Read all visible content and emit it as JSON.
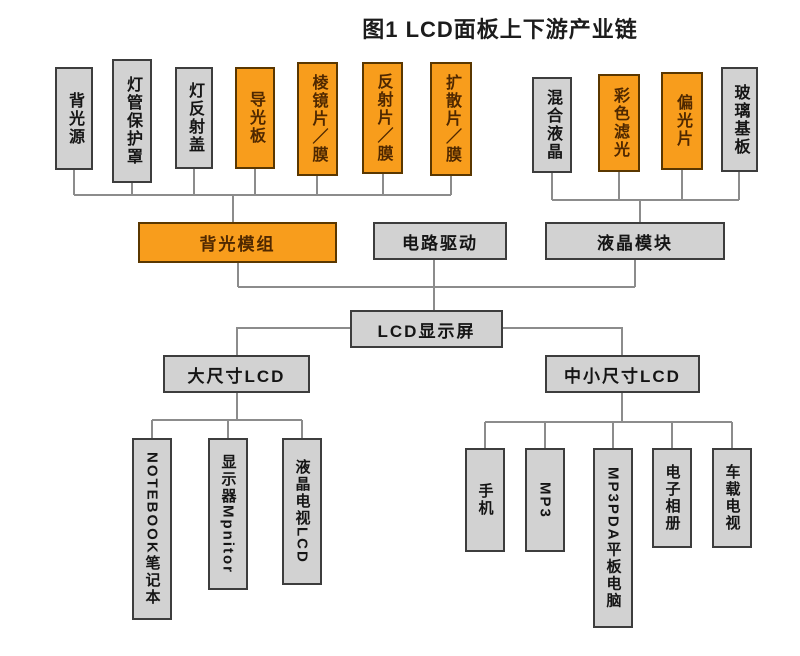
{
  "title": "图1 LCD面板上下游产业链",
  "colors": {
    "orange_fill": "#f89d1c",
    "orange_border": "#5a3700",
    "orange_text": "#4f2800",
    "gray_fill": "#d2d2d2",
    "gray_border": "#3d3d3d",
    "line": "#8c8c8c"
  },
  "diagram": {
    "upstream_left": [
      {
        "label": "背光源",
        "color": "gray"
      },
      {
        "label": "灯管保护罩",
        "color": "gray"
      },
      {
        "label": "灯反射盖",
        "color": "gray"
      },
      {
        "label": "导光板",
        "color": "orange"
      },
      {
        "label": "棱镜片／膜",
        "color": "orange"
      },
      {
        "label": "反射片／膜",
        "color": "orange"
      },
      {
        "label": "扩散片／膜",
        "color": "orange"
      }
    ],
    "upstream_right": [
      {
        "label": "混合液晶",
        "color": "gray"
      },
      {
        "label": "彩色滤光",
        "color": "orange"
      },
      {
        "label": "偏光片",
        "color": "orange"
      },
      {
        "label": "玻璃基板",
        "color": "gray"
      }
    ],
    "mid": [
      {
        "label": "背光模组",
        "color": "orange"
      },
      {
        "label": "电路驱动",
        "color": "gray"
      },
      {
        "label": "液晶模块",
        "color": "gray"
      }
    ],
    "center": {
      "label": "LCD显示屏",
      "color": "gray"
    },
    "size_categories": [
      {
        "label": "大尺寸LCD",
        "color": "gray"
      },
      {
        "label": "中小尺寸LCD",
        "color": "gray"
      }
    ],
    "large_products": [
      {
        "label": "NOTEBOOK笔记本",
        "color": "gray"
      },
      {
        "label": "显示器Mpnitor",
        "color": "gray"
      },
      {
        "label": "液晶电视LCD",
        "color": "gray"
      }
    ],
    "small_products": [
      {
        "label": "手机",
        "color": "gray"
      },
      {
        "label": "MP3",
        "color": "gray"
      },
      {
        "label": "MP3PDA平板电脑",
        "color": "gray"
      },
      {
        "label": "电子相册",
        "color": "gray"
      },
      {
        "label": "车载电视",
        "color": "gray"
      }
    ]
  }
}
